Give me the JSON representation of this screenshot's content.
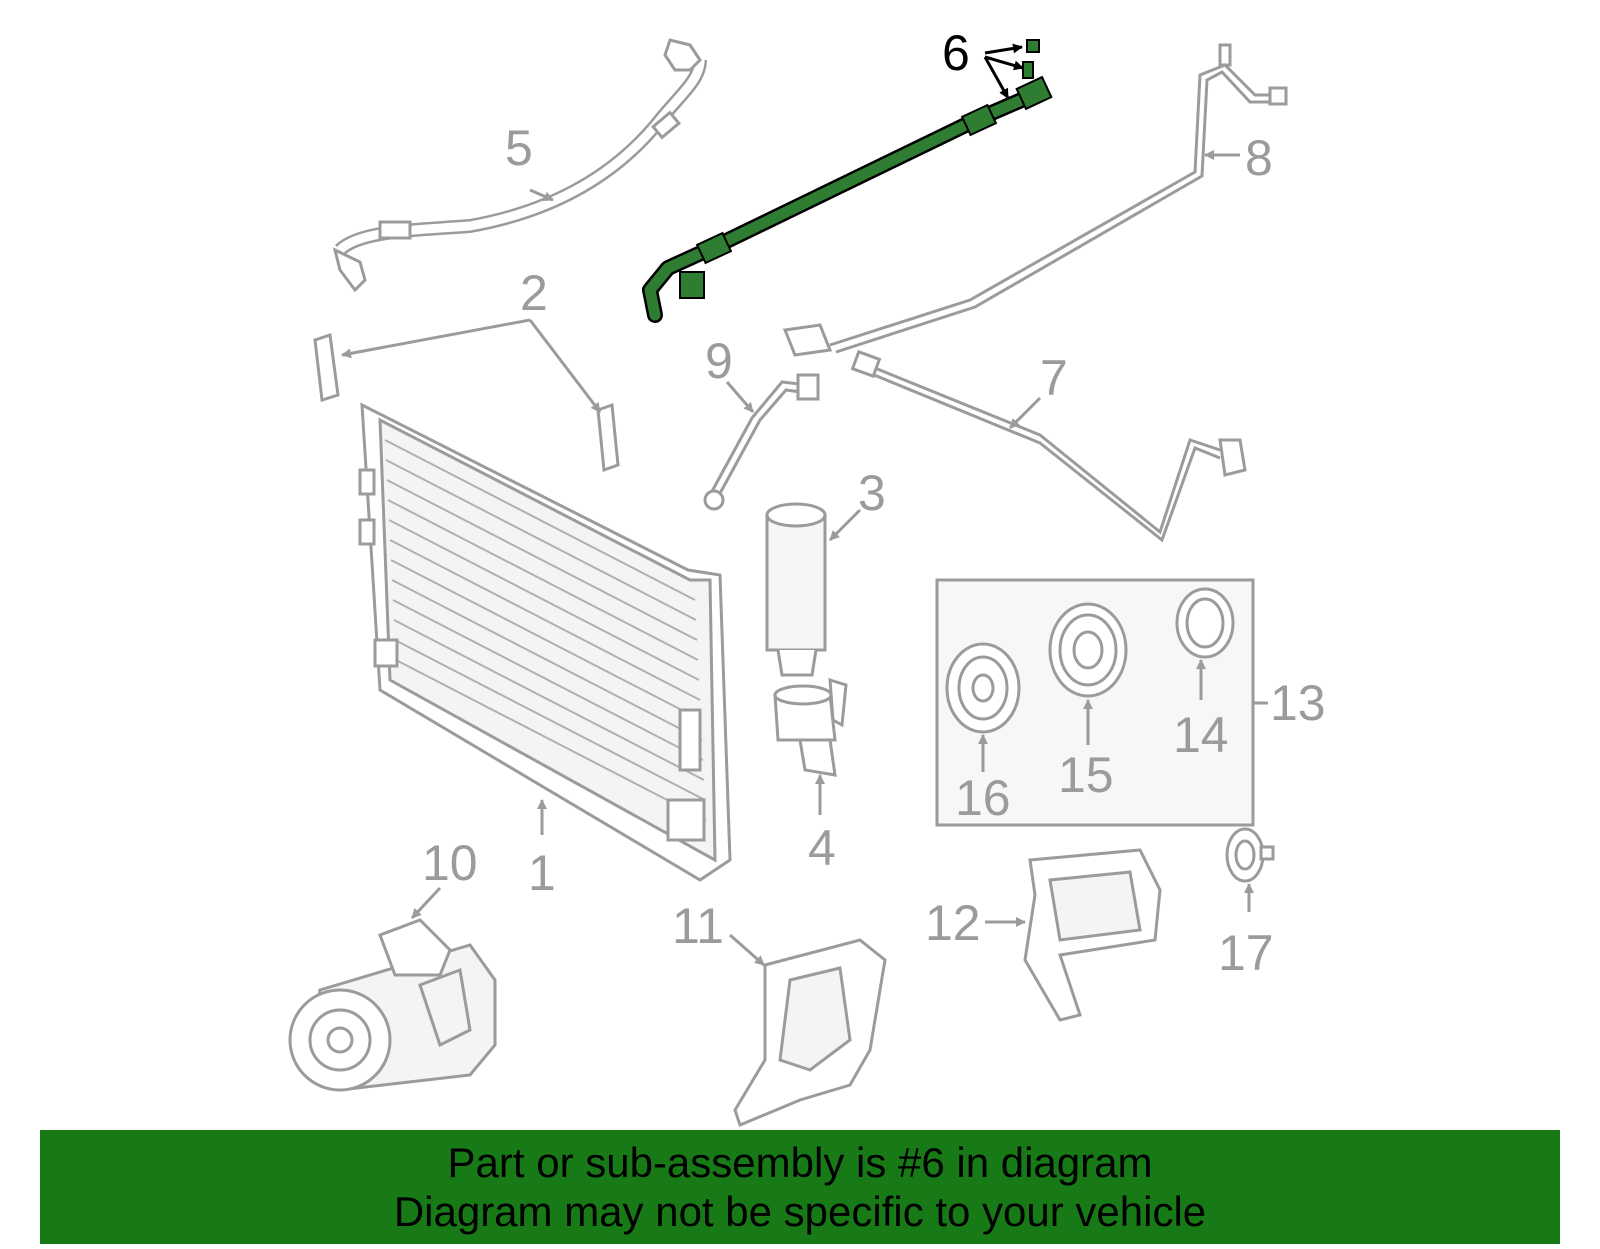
{
  "diagram": {
    "highlight_part": "6",
    "colors": {
      "line_gray": "#9b9b9b",
      "fill_light": "#f2f2f2",
      "highlight_fill": "#2e7d32",
      "highlight_stroke": "#000000",
      "box_fill": "#f7f7f7",
      "banner_bg": "#177a17"
    },
    "callouts": {
      "c1": "1",
      "c2": "2",
      "c3": "3",
      "c4": "4",
      "c5": "5",
      "c6": "6",
      "c7": "7",
      "c8": "8",
      "c9": "9",
      "c10": "10",
      "c11": "11",
      "c12": "12",
      "c13": "13",
      "c14": "14",
      "c15": "15",
      "c16": "16",
      "c17": "17"
    }
  },
  "banner": {
    "line1": "Part or sub-assembly is #6 in diagram",
    "line2": "Diagram may not be specific to your vehicle"
  }
}
